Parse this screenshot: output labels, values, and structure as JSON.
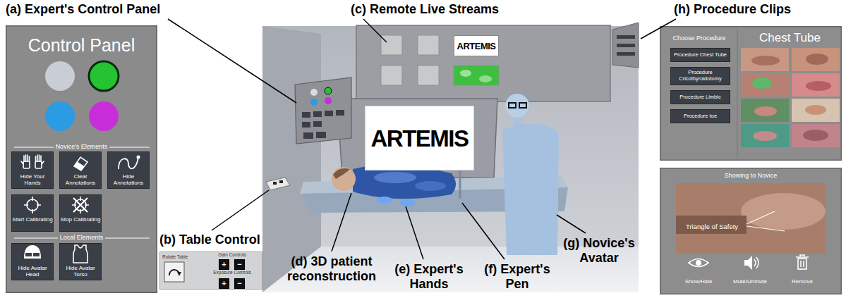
{
  "diagram": {
    "nodes": [
      {
        "text": [
          "(a) Expert's Control Panel",
          "Control Panel",
          "Novice's Elements",
          "Local Elements"
        ]
      },
      {
        "text": [
          "Hide Your Hands"
        ],
        "in": 0
      },
      {
        "text": [
          "Clear Annotations"
        ],
        "in": 0
      },
      {
        "text": [
          "Hide Annotations"
        ],
        "in": 0
      },
      {
        "text": [
          "Start Calibrating"
        ],
        "in": 0
      },
      {
        "text": [
          "Stop Calibrating"
        ],
        "in": 0
      },
      {
        "text": [
          "Hide Avatar Head"
        ],
        "in": 0
      },
      {
        "text": [
          "Hide Avatar Torso"
        ],
        "in": 0
      },
      {
        "text": [
          "ARTEMIS"
        ]
      },
      {
        "text": [
          "ARTEMIS"
        ]
      },
      {
        "text": [
          "Rotate Table",
          "Gain Controls",
          "Exposure Controls"
        ]
      },
      {
        "text": [
          "+"
        ],
        "in": 10
      },
      {
        "text": [
          "−"
        ],
        "in": 10
      },
      {
        "text": [
          "+"
        ],
        "in": 10
      },
      {
        "text": [
          "−"
        ],
        "in": 10
      },
      {
        "text": [
          "(h) Procedure Clips",
          "Choose Procedure",
          "Chest Tube"
        ]
      },
      {
        "text": [
          "Procedure Chest Tube"
        ],
        "in": 15
      },
      {
        "text": [
          "Procedure Cricothyroidotomy"
        ],
        "in": 15
      },
      {
        "text": [
          "Procedure Limbic"
        ],
        "in": 15
      },
      {
        "text": [
          "Procedure toe"
        ],
        "in": 15
      },
      {
        "text": [
          "Showing to Novice",
          "Triangle of Safety",
          "Show/Hide",
          "Mute/Unmute",
          "Remove"
        ]
      }
    ],
    "labels": [
      "(c) Remote Live Streams",
      "(b) Table Control",
      "(d) 3D patient reconstruction",
      "(e) Expert's Hands",
      "(f) Expert's Pen",
      "(g) Novice's Avatar"
    ]
  }
}
